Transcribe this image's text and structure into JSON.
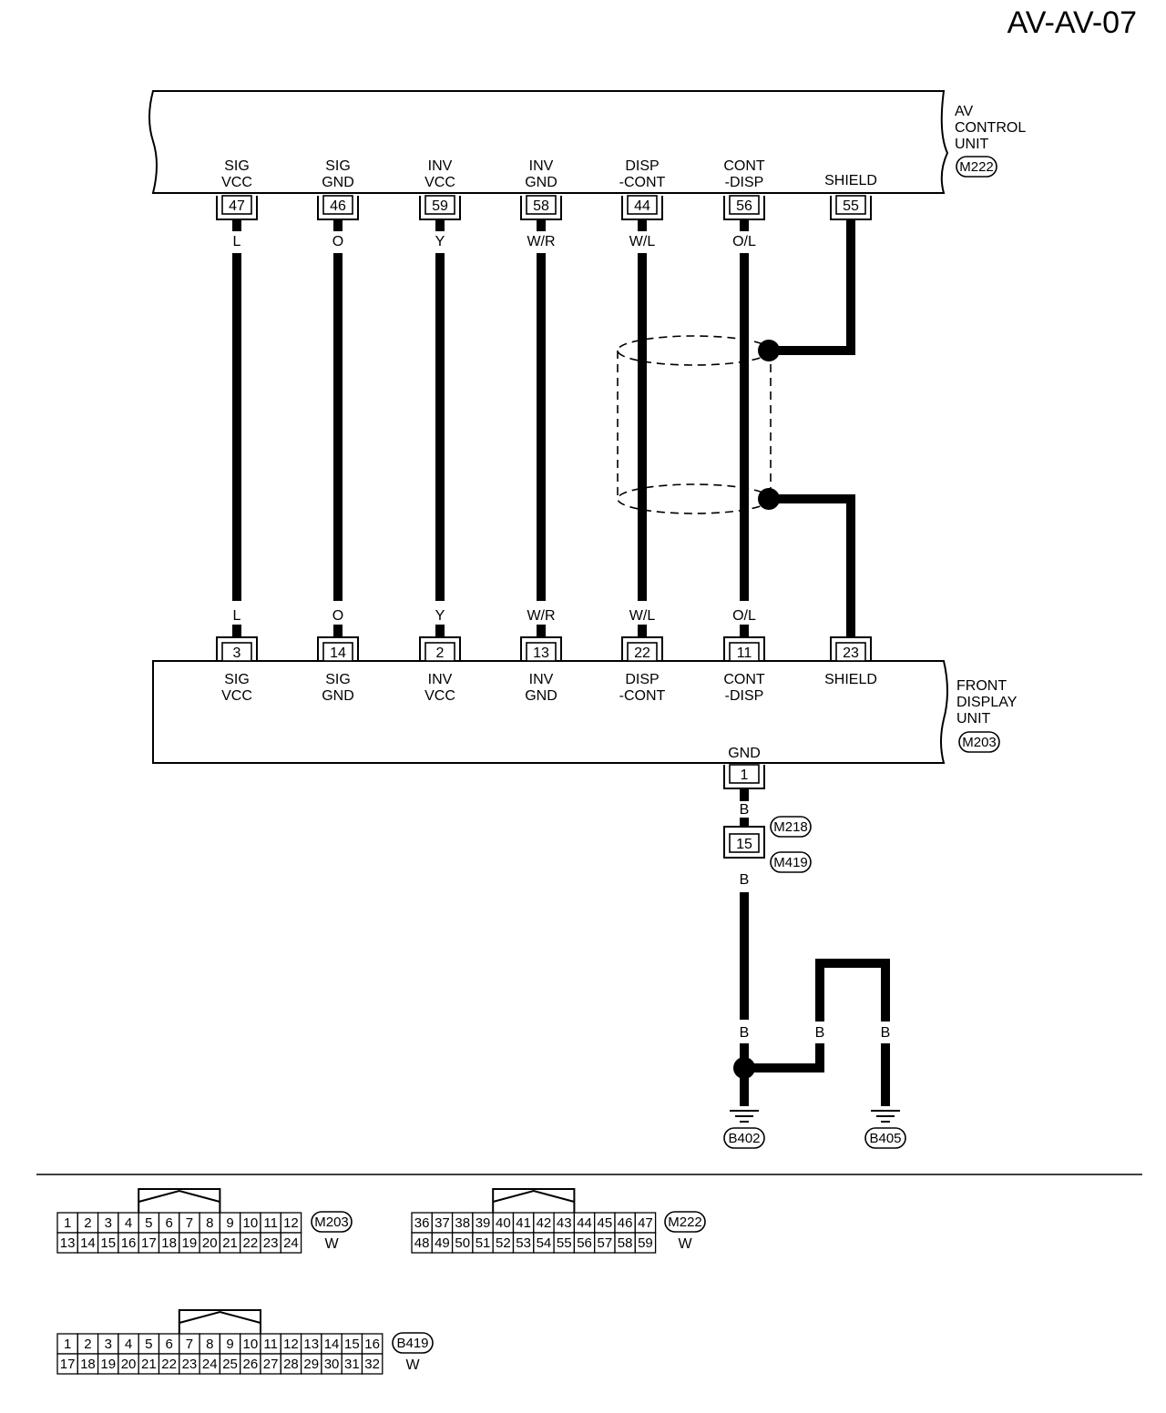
{
  "page_id": "AV-AV-07",
  "units": {
    "top": {
      "name": "AV\nCONTROL\nUNIT",
      "connector": "M222"
    },
    "bottom": {
      "name": "FRONT\nDISPLAY\nUNIT",
      "connector": "M203"
    }
  },
  "columns": [
    {
      "label": "SIG\nVCC",
      "top_pin": "47",
      "bottom_pin": "3",
      "color": "L"
    },
    {
      "label": "SIG\nGND",
      "top_pin": "46",
      "bottom_pin": "14",
      "color": "O"
    },
    {
      "label": "INV\nVCC",
      "top_pin": "59",
      "bottom_pin": "2",
      "color": "Y"
    },
    {
      "label": "INV\nGND",
      "top_pin": "58",
      "bottom_pin": "13",
      "color": "W/R"
    },
    {
      "label": "DISP\n-CONT",
      "top_pin": "44",
      "bottom_pin": "22",
      "color": "W/L"
    },
    {
      "label": "CONT\n-DISP",
      "top_pin": "56",
      "bottom_pin": "11",
      "color": "O/L"
    },
    {
      "label": "SHIELD",
      "top_pin": "55",
      "bottom_pin": "23",
      "color": ""
    }
  ],
  "ground": {
    "label": "GND",
    "pin": "1",
    "wire_color": "B",
    "joint_pin": "15",
    "joint_connectors": [
      "M218",
      "M419"
    ],
    "grounds": [
      "B402",
      "B405"
    ]
  },
  "connector_tables": [
    {
      "id": "M203",
      "suffix": "W",
      "rows": [
        [
          "1",
          "2",
          "3",
          "4",
          "5",
          "6",
          "7",
          "8",
          "9",
          "10",
          "11",
          "12"
        ],
        [
          "13",
          "14",
          "15",
          "16",
          "17",
          "18",
          "19",
          "20",
          "21",
          "22",
          "23",
          "24"
        ]
      ]
    },
    {
      "id": "M222",
      "suffix": "W",
      "rows": [
        [
          "36",
          "37",
          "38",
          "39",
          "40",
          "41",
          "42",
          "43",
          "44",
          "45",
          "46",
          "47"
        ],
        [
          "48",
          "49",
          "50",
          "51",
          "52",
          "53",
          "54",
          "55",
          "56",
          "57",
          "58",
          "59"
        ]
      ]
    },
    {
      "id": "B419",
      "suffix": "W",
      "rows": [
        [
          "1",
          "2",
          "3",
          "4",
          "5",
          "6",
          "7",
          "8",
          "9",
          "10",
          "11",
          "12",
          "13",
          "14",
          "15",
          "16"
        ],
        [
          "17",
          "18",
          "19",
          "20",
          "21",
          "22",
          "23",
          "24",
          "25",
          "26",
          "27",
          "28",
          "29",
          "30",
          "31",
          "32"
        ]
      ]
    }
  ]
}
